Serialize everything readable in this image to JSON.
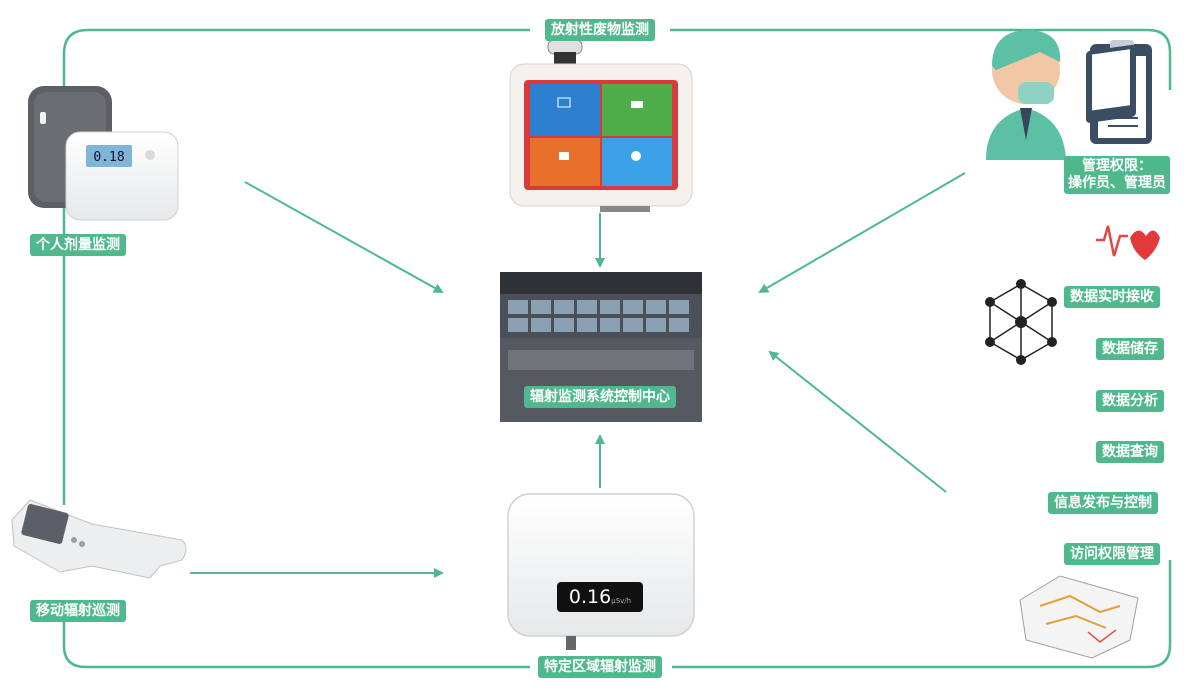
{
  "title_top": "放射性废物监测",
  "title_bottom": "特定区域辐射监测",
  "control_center": "辐射监测系统控制中心",
  "personal_dose": "个人剂量监测",
  "mobile_patrol": "移动辐射巡测",
  "permissions": {
    "line1": "管理权限：",
    "line2": "操作员、管理员"
  },
  "functions": [
    "数据实时接收",
    "数据储存",
    "数据分析",
    "数据查询",
    "信息发布与控制",
    "访问权限管理"
  ],
  "dosimeter_reading": "0.18",
  "area_monitor_reading": "0.16",
  "area_monitor_unit": "μSv/h",
  "colors": {
    "accent": "#4fb98d",
    "tile_blue": "#2d7fcf",
    "tile_green": "#4fae49",
    "tile_orange": "#e8702a",
    "tile_lightblue": "#3aa1e6"
  },
  "icons": [
    "doctor-icon",
    "clipboard-icon",
    "heart-monitor-icon",
    "cube-network-icon",
    "document-map-icon"
  ]
}
